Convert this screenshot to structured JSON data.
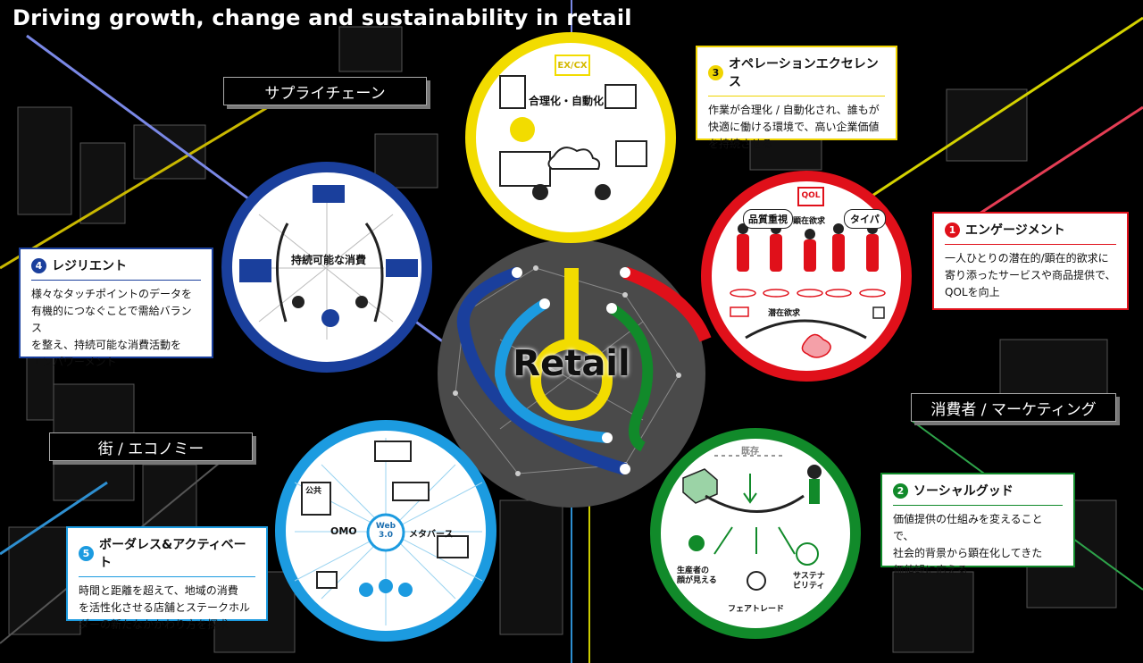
{
  "title": "Driving growth, change and sustainability in retail",
  "center_label": "Retail",
  "sectors": {
    "supply_chain": "サプライチェーン",
    "consumer_marketing": "消費者 / マーケティング",
    "town_economy": "街 / エコノミー"
  },
  "cards": {
    "operation": {
      "number": "3",
      "heading": "オペレーションエクセレンス",
      "body": "作業が合理化 / 自動化され、誰もが\n快適に働ける環境で、高い企業価値\nを持続させる",
      "color": "#f0d400"
    },
    "engagement": {
      "number": "1",
      "heading": "エンゲージメント",
      "body": "一人ひとりの潜在的/顕在的欲求に\n寄り添ったサービスや商品提供で、\nQOLを向上",
      "color": "#e0101a"
    },
    "resilient": {
      "number": "4",
      "heading": "レジリエント",
      "body": "様々なタッチポイントのデータを\n有機的につなぐことで需給バランス\nを整え、持続可能な消費活動を\nエンパワーメント",
      "color": "#1a3f9c"
    },
    "social_good": {
      "number": "2",
      "heading": "ソーシャルグッド",
      "body": "価値提供の仕組みを変えることで、\n社会的背景から顕在化してきた\n価値観に応える",
      "color": "#118a2a"
    },
    "borderless": {
      "number": "5",
      "heading": "ボーダレス&アクティベート",
      "body": "時間と距離を超えて、地域の消費\nを活性化させる店舗とステークホル\nダーの新たなかかわり方を探求",
      "color": "#1c9be0"
    }
  },
  "circles": {
    "yellow": {
      "badge": "EX/CX",
      "label": "合理化・自動化"
    },
    "blue_dark": {
      "label": "持続可能な消費"
    },
    "red": {
      "badge": "QOL",
      "bubble_left": "品質重視",
      "bubble_mid": "顕在欲求",
      "bubble_right": "タイパ",
      "latent": "潜在欲求"
    },
    "light_blue": {
      "omo": "OMO",
      "web": "Web\n3.0",
      "metaverse": "メタバース",
      "public": "公共"
    },
    "green": {
      "existing": "既存",
      "producer": "生産者の\n顔が見える",
      "fairtrade": "フェアトレード",
      "sustainability": "サステナ\nビリティ"
    }
  }
}
